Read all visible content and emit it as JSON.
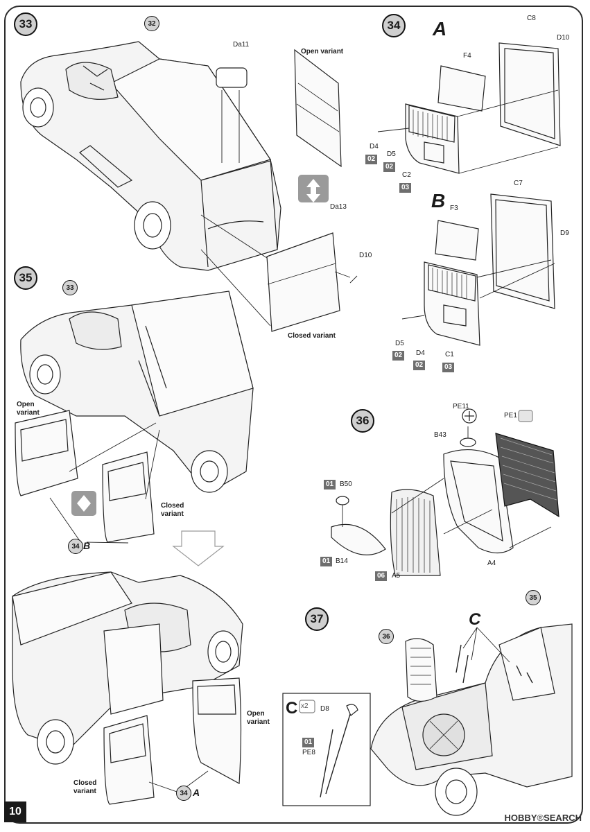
{
  "page_number": "10",
  "watermark": {
    "brand": "HOBBY",
    "rest": "SEARCH",
    "registered": "®"
  },
  "steps": [
    "33",
    "34",
    "35",
    "36",
    "37"
  ],
  "variant_a": "A",
  "variant_b": "B",
  "variant_c": "C",
  "refs": {
    "r32": "32",
    "r33": "33",
    "r34b": "34",
    "r34b_letter": "B",
    "r34a": "34",
    "r34a_letter": "A",
    "r35": "35",
    "r36": "36"
  },
  "labels": {
    "da11": "Da11",
    "da13": "Da13",
    "d10_33": "D10",
    "open_variant_33": "Open variant",
    "closed_variant_33": "Closed variant",
    "c8": "C8",
    "f4": "F4",
    "d10_34": "D10",
    "d4_a": "D4",
    "d5_a": "D5",
    "c2": "C2",
    "c7": "C7",
    "f3": "F3",
    "d9": "D9",
    "d5_b": "D5",
    "d4_b": "D4",
    "c1": "C1",
    "open_variant_35": "Open\nvariant",
    "closed_variant_35": "Closed\nvariant",
    "open_variant_35b": "Open\nvariant",
    "closed_variant_35b": "Closed\nvariant",
    "pe11": "PE11",
    "pe1": "PE1",
    "b43": "B43",
    "b50": "B50",
    "b14": "B14",
    "a5": "A5",
    "a4": "A4",
    "d8": "D8",
    "pe8": "PE8",
    "x2": "x2"
  },
  "sprue_tags": {
    "s_d4_a": "02",
    "s_d5_a": "02",
    "s_c2": "03",
    "s_d5_b": "02",
    "s_d4_b": "02",
    "s_c1": "03",
    "s_b50": "01",
    "s_b14": "01",
    "s_a5": "06",
    "s_pe8": "01"
  },
  "colors": {
    "ink": "#1a1a1a",
    "tag": "#6e6e6e",
    "badge": "#cfcfcf"
  },
  "icons": [
    "flip-model-icon",
    "alternative-choice-icon",
    "photo-etch-icon",
    "arrow-down-icon"
  ]
}
